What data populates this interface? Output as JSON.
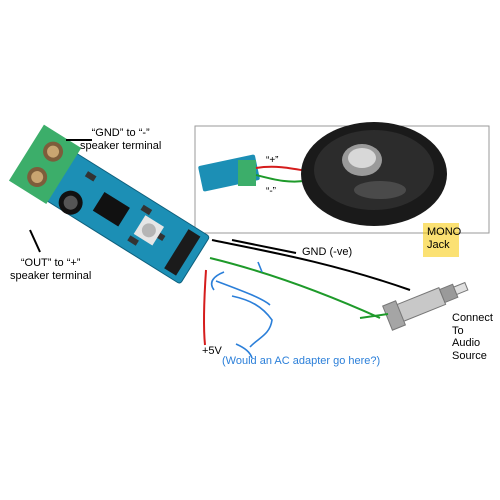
{
  "labels": {
    "gnd_terminal_line1": "“GND” to “-”",
    "gnd_terminal_line2": "speaker terminal",
    "out_terminal_line1": "“OUT” to “+”",
    "out_terminal_line2": "speaker terminal",
    "gnd_pin": "GND (-ve)",
    "plus_5v": "+5V",
    "ac_adapter_question": "(Would an AC adapter go here?)",
    "mono_line1": "MONO",
    "mono_line2": "Jack",
    "connect_line1": "Connect",
    "connect_line2": "To",
    "connect_line3": "Audio",
    "connect_line4": "Source",
    "inset_plus": "“+”",
    "inset_minus": "“-”"
  },
  "colors": {
    "pcb": "#1c8fb5",
    "terminal": "#3cae6a",
    "wire_black": "#000000",
    "wire_red": "#d51c1c",
    "wire_green": "#1e9a2a",
    "wire_blue": "#2b7fd9",
    "handwritten_blue": "#2b7fd9",
    "mono_box": "#f2c200"
  }
}
